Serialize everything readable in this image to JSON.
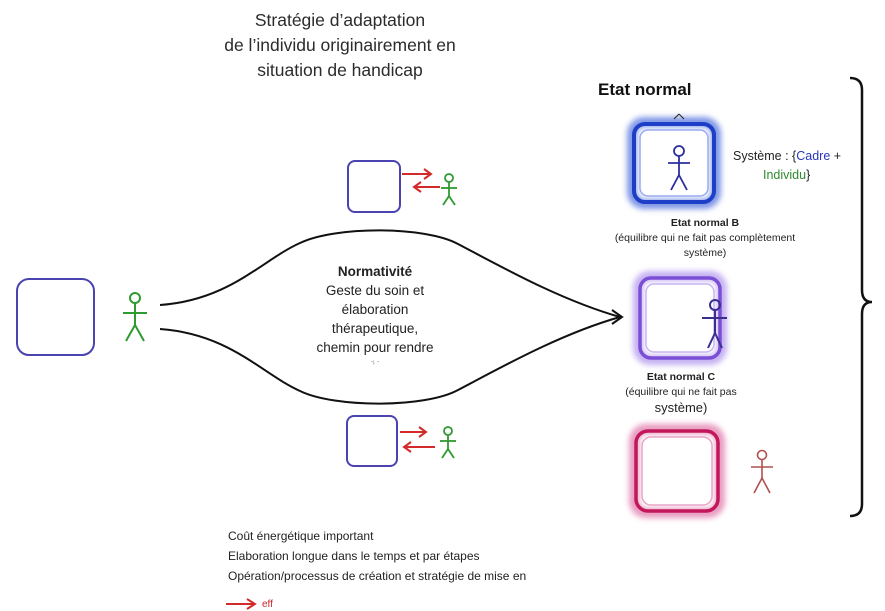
{
  "title": {
    "line1": "Stratégie d’adaptation",
    "line2": "de l’individu originairement en",
    "line3": "situation de handicap"
  },
  "etat_normal": {
    "label": "Etat normal",
    "system_prefix": "Système : {",
    "system_cadre": "Cadre",
    "system_plus": " +",
    "system_individu": "Individu",
    "system_suffix": "}"
  },
  "etat_b": {
    "label": "Etat normal B",
    "desc1": "(équilibre qui ne fait pas complètement",
    "desc2": "système)"
  },
  "etat_c": {
    "label": "Etat normal C",
    "desc1": "(équilibre qui ne fait pas",
    "desc2": "système)"
  },
  "cloud": {
    "heading": "Normativité",
    "line1": "Geste du soin et",
    "line2": "élaboration",
    "line3": "thérapeutique,",
    "line4": "chemin pour rendre",
    "line5": "·ᵢ ·"
  },
  "notes": {
    "line1": "Coût énergétique important",
    "line2": "Elaboration longue dans le temps et par étapes",
    "line3": "Opération/processus de création et stratégie de mise en"
  },
  "legend": {
    "arrow_label": "eff"
  },
  "colors": {
    "cadre_blue": "#2a37b8",
    "individu_green": "#2f8a2f",
    "effort_red": "#d32a2a",
    "state_a_blue": "#1d3fc8",
    "state_b_purple": "#7a4fd6",
    "state_c_pink": "#c2185b",
    "figure_red": "#b0504e"
  }
}
